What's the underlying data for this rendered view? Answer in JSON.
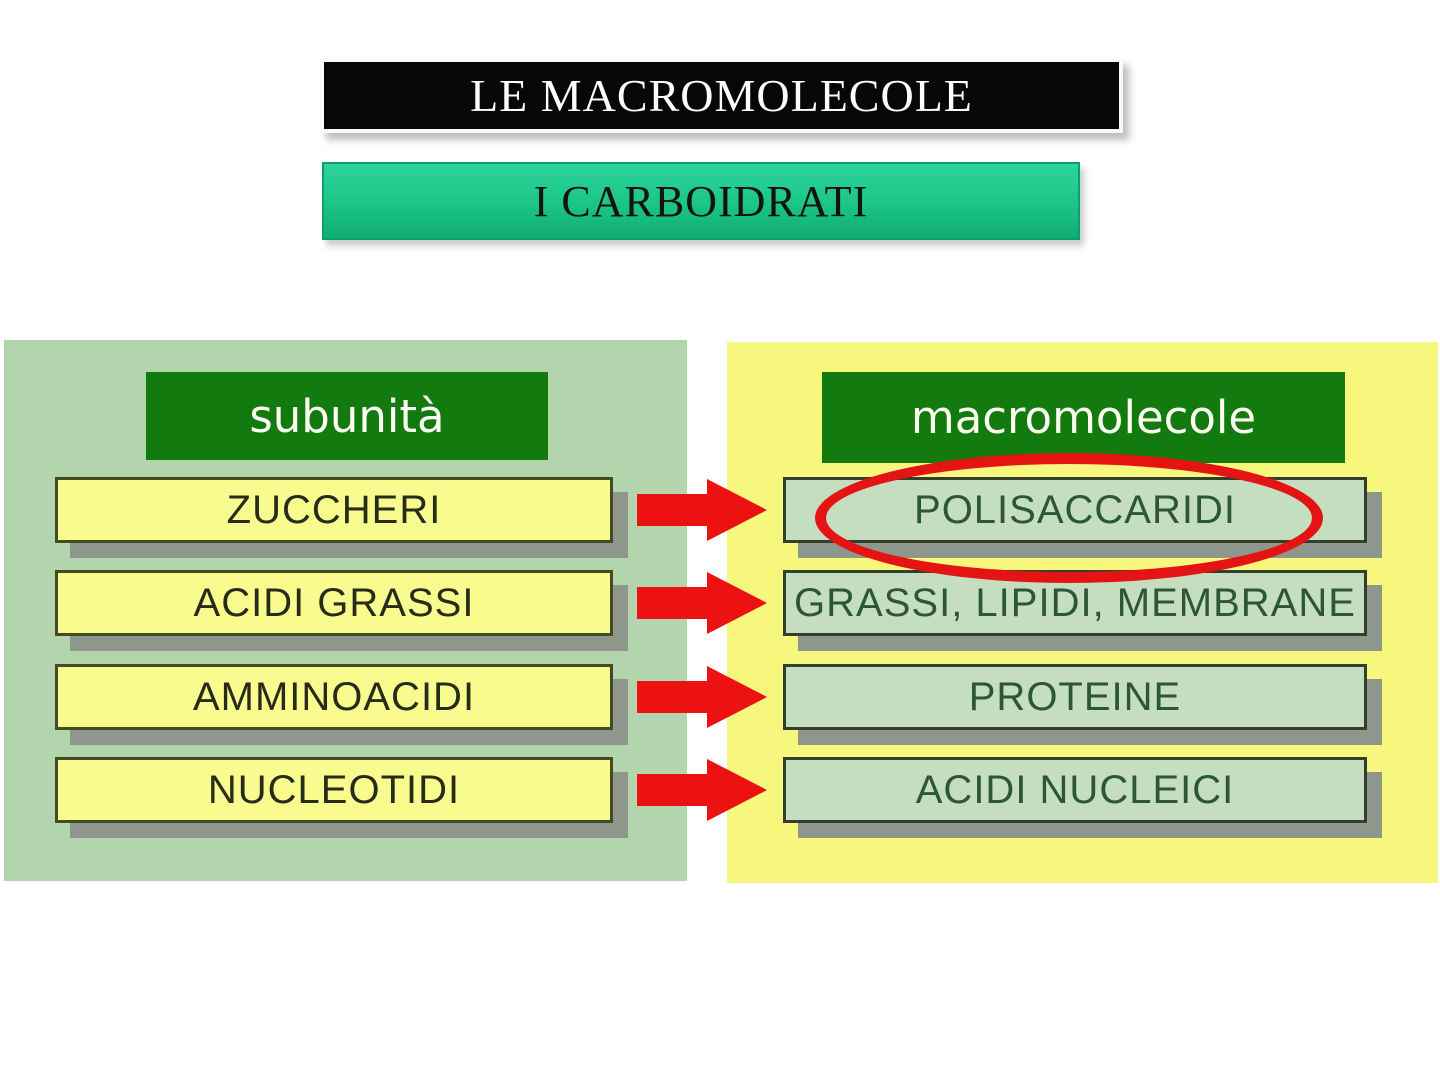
{
  "slide": {
    "title": "LE MACROMOLECOLE",
    "subtitle": "I CARBOIDRATI"
  },
  "diagram": {
    "left_header": "subunità",
    "right_header": "macromolecole",
    "rows": [
      {
        "subunit": "ZUCCHERI",
        "macromolecule": "POLISACCARIDI"
      },
      {
        "subunit": "ACIDI GRASSI",
        "macromolecule": "GRASSI, LIPIDI, MEMBRANE"
      },
      {
        "subunit": "AMMINOACIDI",
        "macromolecule": "PROTEINE"
      },
      {
        "subunit": "NUCLEOTIDI",
        "macromolecule": "ACIDI NUCLEICI"
      }
    ],
    "highlight": {
      "row": 0,
      "target": "macromolecule",
      "shape": "red-ellipse"
    },
    "colors": {
      "title_bar_bg": "#070707",
      "title_bar_text": "#fdfdfd",
      "subtitle_bar_bg": "#1cc486",
      "subtitle_bar_text": "#131313",
      "left_panel_bg": "#b3d5ae",
      "right_panel_bg": "#f7f67d",
      "header_bg": "#127a0f",
      "header_text": "#fffef2",
      "subunit_box_bg": "#fafb8e",
      "macromolecule_box_bg": "#c5debf",
      "box_shadow": "#8f978c",
      "arrow_red": "#ec1212",
      "ellipse_red": "#e41414"
    }
  }
}
